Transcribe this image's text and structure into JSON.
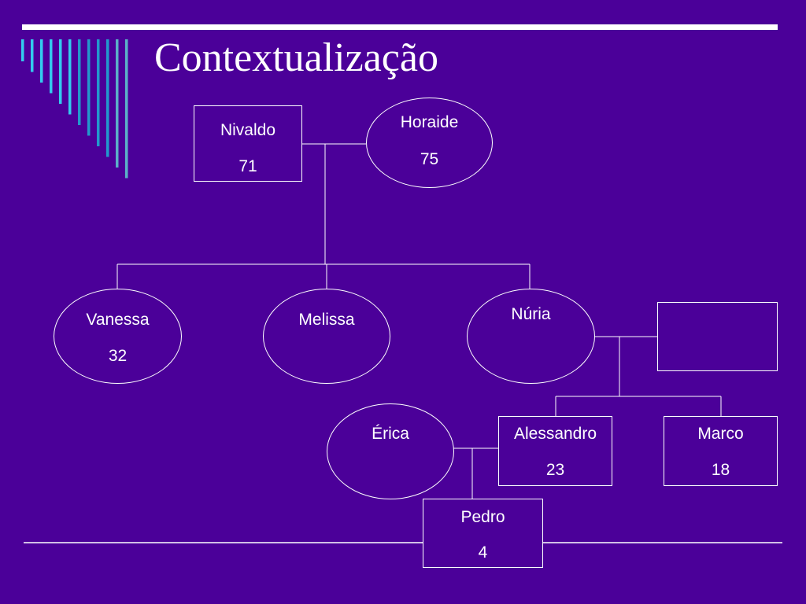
{
  "colors": {
    "background": "#4b0099",
    "foreground": "#ffffff",
    "accent_bars": [
      "#33ccee",
      "#2299cc",
      "#5bb0c8"
    ]
  },
  "slide": {
    "title": "Contextualização"
  },
  "people": {
    "nivaldo": {
      "name": "Nivaldo",
      "age": "71"
    },
    "horaide": {
      "name": "Horaide",
      "age": "75"
    },
    "vanessa": {
      "name": "Vanessa",
      "age": "32"
    },
    "melissa": {
      "name": "Melissa"
    },
    "nuria": {
      "name": "Núria"
    },
    "erica": {
      "name": "Érica"
    },
    "alessandro": {
      "name": "Alessandro",
      "age": "23"
    },
    "marco": {
      "name": "Marco",
      "age": "18"
    },
    "pedro": {
      "name": "Pedro",
      "age": "4"
    }
  }
}
